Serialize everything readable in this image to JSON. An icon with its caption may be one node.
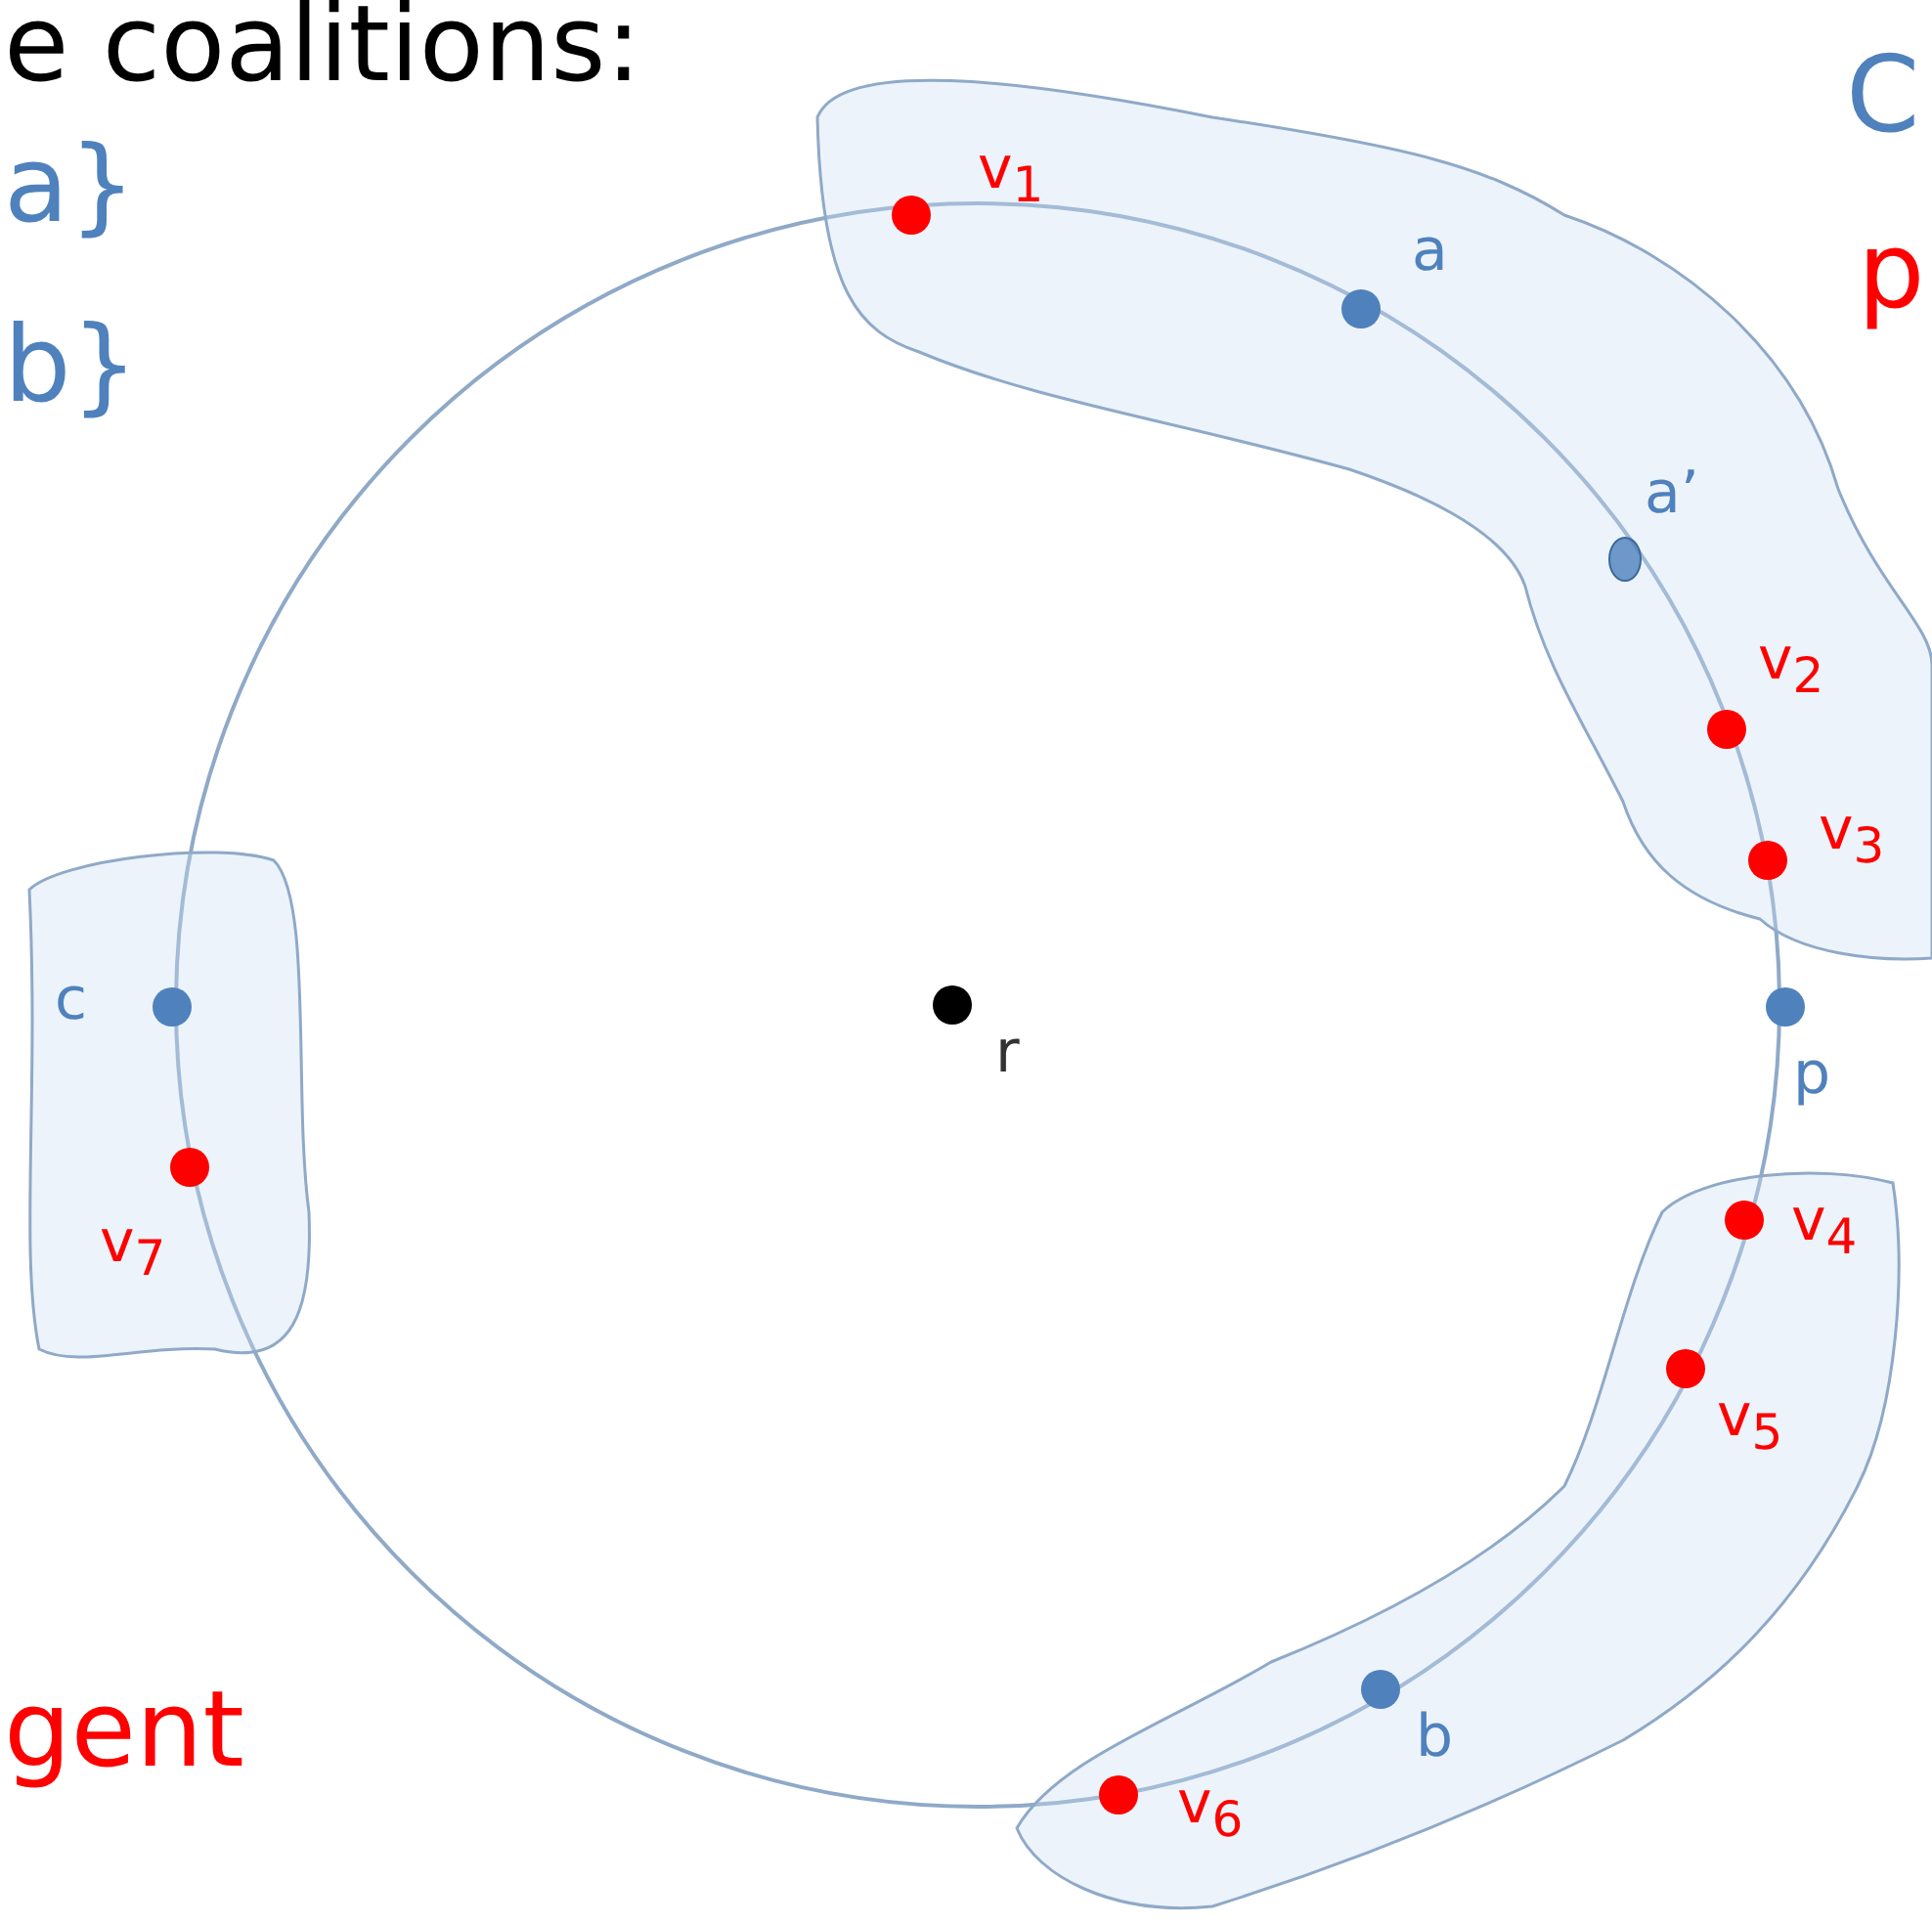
{
  "diagram": {
    "nodes": [
      {
        "text": [],
        "shape": "blob"
      },
      {
        "text": [
          "v$_{1}$"
        ],
        "in": 0
      },
      {
        "text": [
          "a"
        ],
        "in": 0
      },
      {
        "text": [
          "a’"
        ],
        "in": 0
      },
      {
        "text": [
          "v$_{2}$"
        ],
        "in": 0
      },
      {
        "text": [
          "v$_{3}$"
        ],
        "in": 0
      },
      {
        "text": [
          "p"
        ]
      },
      {
        "text": [],
        "shape": "blob"
      },
      {
        "text": [
          "v$_{4}$"
        ],
        "in": 7
      },
      {
        "text": [
          "v$_{5}$"
        ],
        "in": 7
      },
      {
        "text": [
          "b"
        ],
        "in": 7
      },
      {
        "text": [
          "v$_{6}$"
        ],
        "in": 7
      },
      {
        "text": [],
        "shape": "blob"
      },
      {
        "text": [
          "c"
        ],
        "in": 12
      },
      {
        "text": [
          "v$_{7}$"
        ],
        "in": 12
      },
      {
        "text": [
          "r"
        ]
      }
    ],
    "labels": [
      "e coalitions:",
      "a}",
      "b}",
      "C",
      "p",
      "gent"
    ]
  }
}
